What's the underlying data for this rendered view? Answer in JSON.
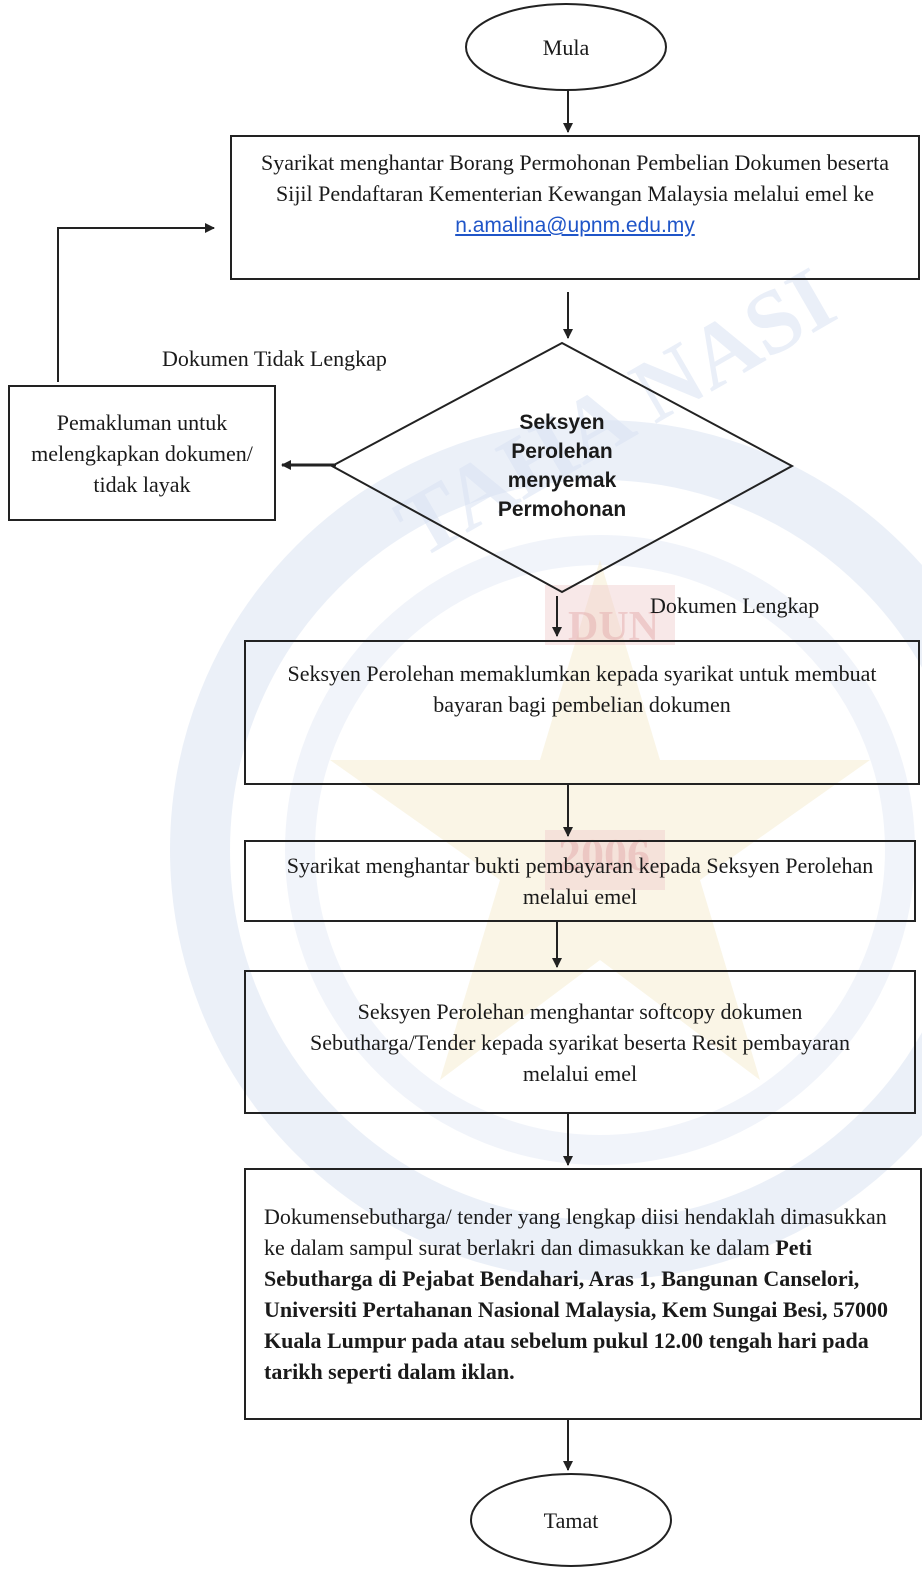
{
  "nodes": {
    "start": "Mula",
    "step1": {
      "text": "Syarikat menghantar Borang Permohonan Pembelian Dokumen beserta Sijil Pendaftaran Kementerian Kewangan Malaysia melalui emel ke",
      "email": "n.amalina@upnm.edu.my"
    },
    "decision": "Seksyen Perolehan menyemak Permohonan",
    "reject": "Pemakluman untuk melengkapkan dokumen/ tidak layak",
    "step2": "Seksyen Perolehan memaklumkan kepada syarikat untuk membuat bayaran bagi pembelian dokumen",
    "step3": "Syarikat menghantar bukti pembayaran kepada Seksyen Perolehan melalui emel",
    "step4": "Seksyen Perolehan menghantar softcopy dokumen Sebutharga/Tender kepada syarikat beserta Resit pembayaran melalui emel",
    "step5": {
      "plain": "Dokumensebutharga/ tender yang lengkap diisi hendaklah dimasukkan ke dalam sampul surat berlakri dan dimasukkan ke dalam ",
      "bold": "Peti Sebutharga di Pejabat Bendahari, Aras 1, Bangunan Canselori, Universiti Pertahanan Nasional Malaysia, Kem Sungai Besi, 57000 Kuala Lumpur pada atau sebelum pukul 12.00 tengah hari pada tarikh seperti dalam iklan."
    },
    "end": "Tamat"
  },
  "edge_labels": {
    "incomplete": "Dokumen Tidak Lengkap",
    "complete": "Dokumen Lengkap"
  },
  "watermark": {
    "letters": "TAHA NASI",
    "year": "2006",
    "badge": "DUN"
  },
  "colors": {
    "line": "#222222",
    "link": "#1f55c8",
    "watermark_blue": "#c9d6ee",
    "watermark_gold": "#f3e3b8",
    "watermark_red": "#e8b8b8"
  }
}
